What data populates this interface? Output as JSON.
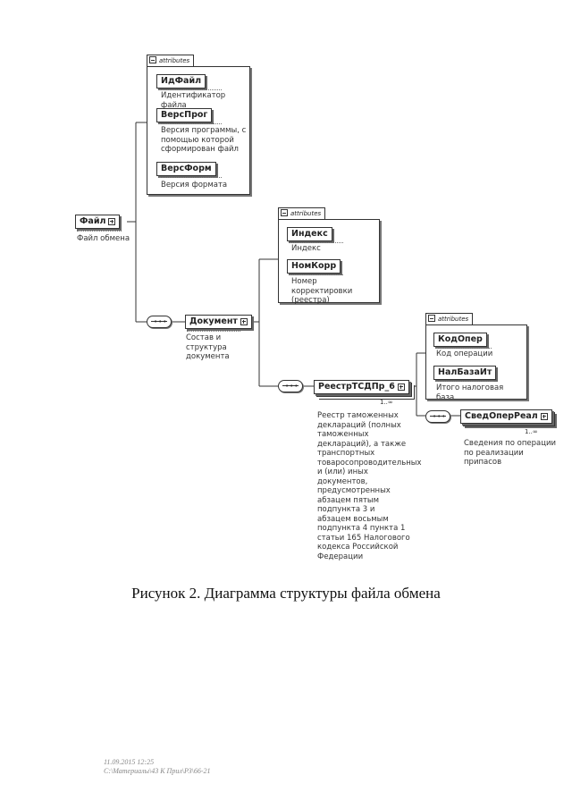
{
  "diagram": {
    "attributes_label": "attributes",
    "root": {
      "name": "Файл",
      "desc": "Файл обмена",
      "attributes": [
        {
          "name": "ИдФайл",
          "desc": "Идентификатор файла"
        },
        {
          "name": "ВерсПрог",
          "desc": "Версия программы, с помощью которой сформирован файл"
        },
        {
          "name": "ВерсФорм",
          "desc": "Версия формата"
        }
      ]
    },
    "document": {
      "name": "Документ",
      "desc": "Состав и структура документа",
      "attributes": [
        {
          "name": "Индекс",
          "desc": "Индекс"
        },
        {
          "name": "НомКорр",
          "desc": "Номер корректировки (реестра)"
        }
      ]
    },
    "registry": {
      "name": "РеестрТСДПр_6",
      "cardinality": "1..∞",
      "desc": "Реестр таможенных деклараций (полных таможенных деклараций), а также транспортных товаросопроводительных и (или) иных документов, предусмотренных абзацем пятым подпункта 3 и абзацем восьмым подпункта 4 пункта 1 статьи 165 Налогового кодекса Российской Федерации",
      "attributes": [
        {
          "name": "КодОпер",
          "desc": "Код операции"
        },
        {
          "name": "НалБазаИт",
          "desc": "Итого налоговая база"
        }
      ]
    },
    "operation": {
      "name": "СведОперРеал",
      "cardinality": "1..∞",
      "desc": "Сведения по операции по реализации припасов"
    }
  },
  "caption": "Рисунок 2. Диаграмма структуры файла обмена",
  "footer": {
    "line1": "11.09.2015 12:25",
    "line2": "С:\\Материалы\\43 К Прил\\РЗ\\66-21"
  }
}
